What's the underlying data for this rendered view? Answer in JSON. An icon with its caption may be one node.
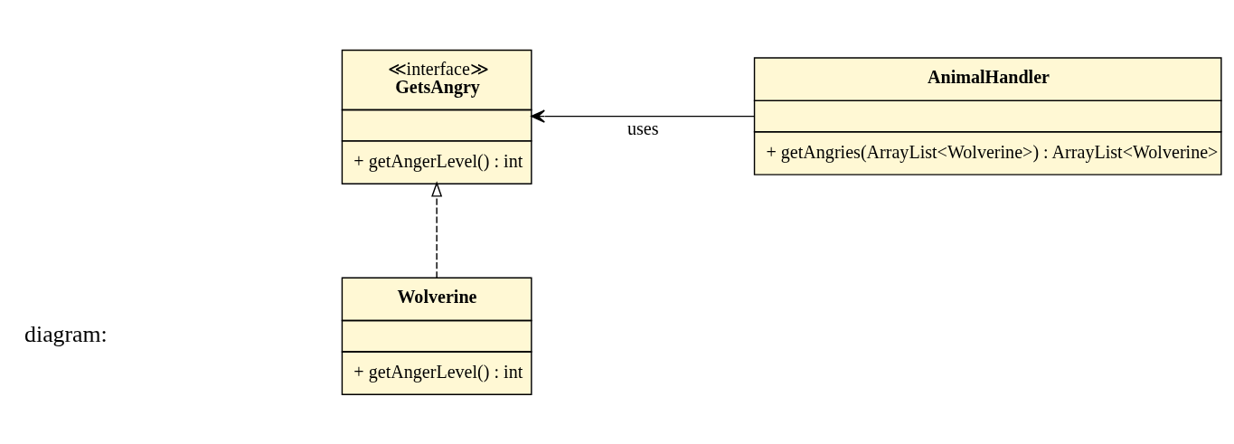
{
  "diagram": {
    "nodes": [
      {
        "text": [
          "≪interface≫",
          "GetsAngry",
          "+ getAngerLevel() : int"
        ]
      },
      {
        "text": [
          "AnimalHandler",
          "+ getAngries(ArrayList<Wolverine>) : ArrayList<Wolverine>"
        ]
      },
      {
        "text": [
          "Wolverine",
          "+ getAngerLevel() : int"
        ]
      }
    ],
    "edges": [
      {
        "from": 1,
        "to": 0,
        "arrow": "to",
        "label": "uses"
      },
      {
        "from": 2,
        "to": 0,
        "arrow": "to",
        "style": "dashed"
      }
    ],
    "labels": [
      "diagram:"
    ]
  }
}
